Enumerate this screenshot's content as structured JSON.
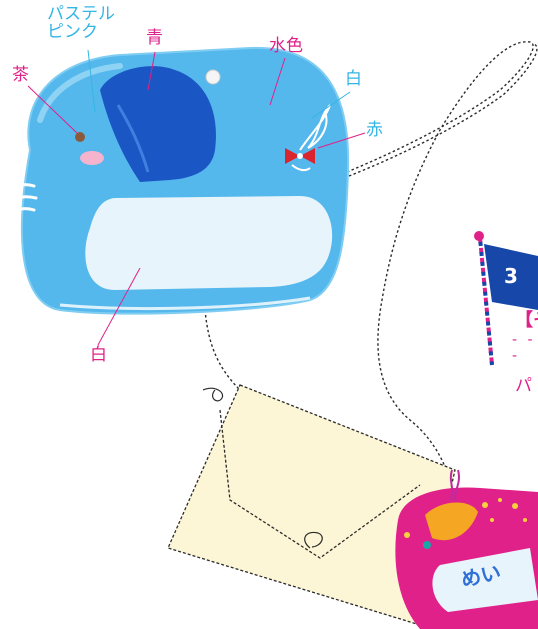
{
  "annotations": {
    "pastel_pink": "パステル\nピンク",
    "blue": "青",
    "light_blue": "水色",
    "brown": "茶",
    "white_top": "白",
    "red": "赤",
    "white_bottom": "白"
  },
  "step": {
    "number": "3",
    "bracket": "【そ",
    "dashes": "- - -",
    "partial_text": "パ"
  },
  "tag": {
    "name": "めい"
  },
  "colors": {
    "label_cyan": "#33b5e5",
    "label_magenta": "#e0218a",
    "plate_blue": "#55b8ec",
    "head_blue": "#1a56c4",
    "window_white": "#e8f4fb",
    "bag_cream": "#fdf6d6",
    "flag_blue": "#1747a8",
    "tag_pink": "#e0218a"
  }
}
